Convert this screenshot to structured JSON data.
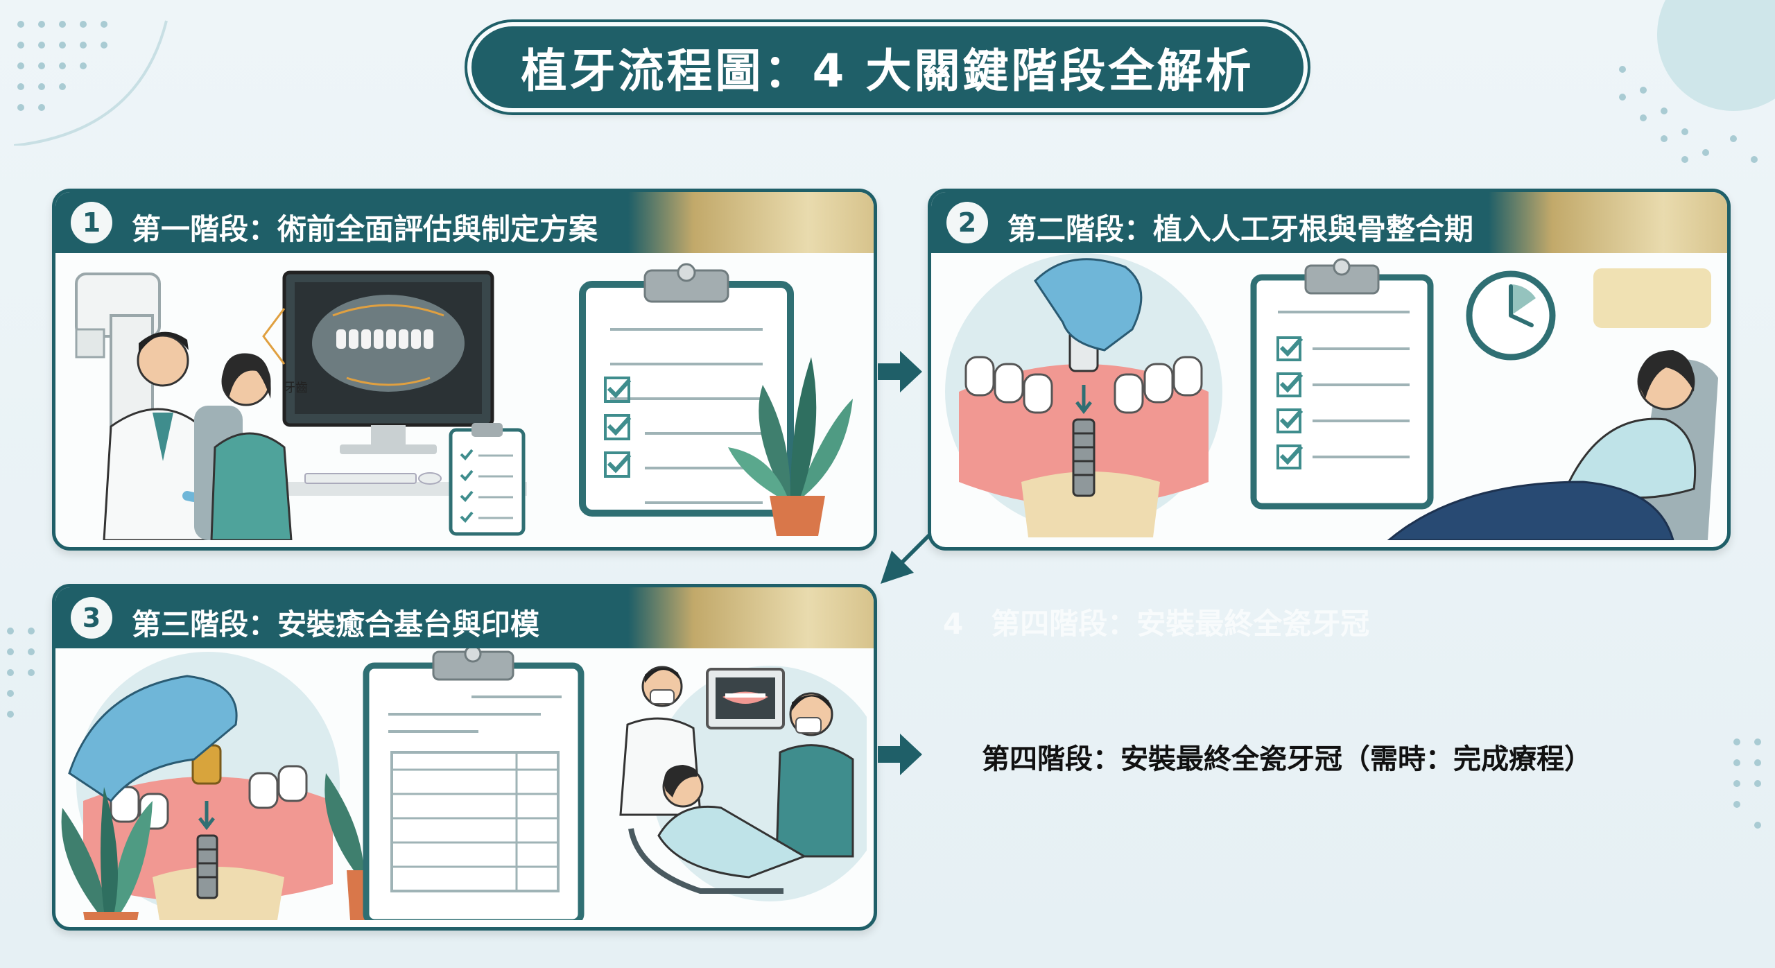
{
  "title": "植牙流程圖：4 大關鍵階段全解析",
  "stages": [
    {
      "number": "1",
      "title": "第一階段：術前全面評估與制定方案"
    },
    {
      "number": "2",
      "title": "第二階段：植入人工牙根與骨整合期"
    },
    {
      "number": "3",
      "title": "第三階段：安裝癒合基台與印模"
    },
    {
      "number": "4",
      "title": "第四階段：安裝最終全瓷牙冠"
    }
  ],
  "stage4_caption": "第四階段：安裝最終全瓷牙冠（需時：完成療程）",
  "monitor_label": "牙齒",
  "colors": {
    "teal": "#1f5f68",
    "gold": "#c2a96a",
    "accent": "#4e9a9a",
    "glove": "#6fb6d8"
  }
}
